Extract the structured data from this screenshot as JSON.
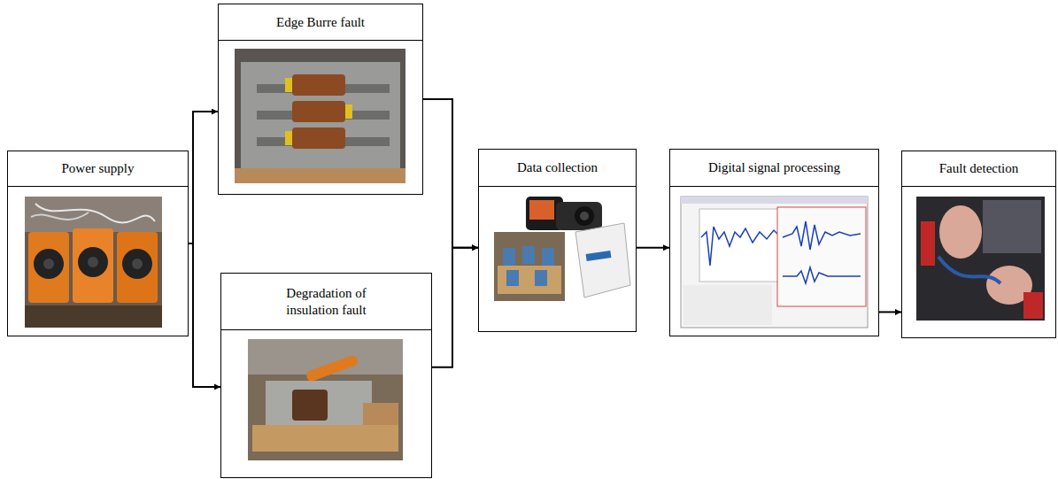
{
  "diagram": {
    "nodes": [
      {
        "text": [
          "Power supply"
        ]
      },
      {
        "text": [
          "Edge Burre fault"
        ]
      },
      {
        "text": [
          "Degradation of insulation fault"
        ]
      },
      {
        "text": [
          "Data collection"
        ]
      },
      {
        "text": [
          "Digital signal processing"
        ]
      },
      {
        "text": [
          "Fault detection"
        ]
      }
    ],
    "edges": [
      {
        "from": 0,
        "to": 1,
        "arrow": "to"
      },
      {
        "from": 0,
        "to": 2,
        "arrow": "to"
      },
      {
        "from": 1,
        "to": 3,
        "arrow": "to"
      },
      {
        "from": 2,
        "to": 3,
        "arrow": "to"
      },
      {
        "from": 3,
        "to": 4,
        "arrow": "to"
      },
      {
        "from": 4,
        "to": 5,
        "arrow": "to"
      }
    ]
  }
}
